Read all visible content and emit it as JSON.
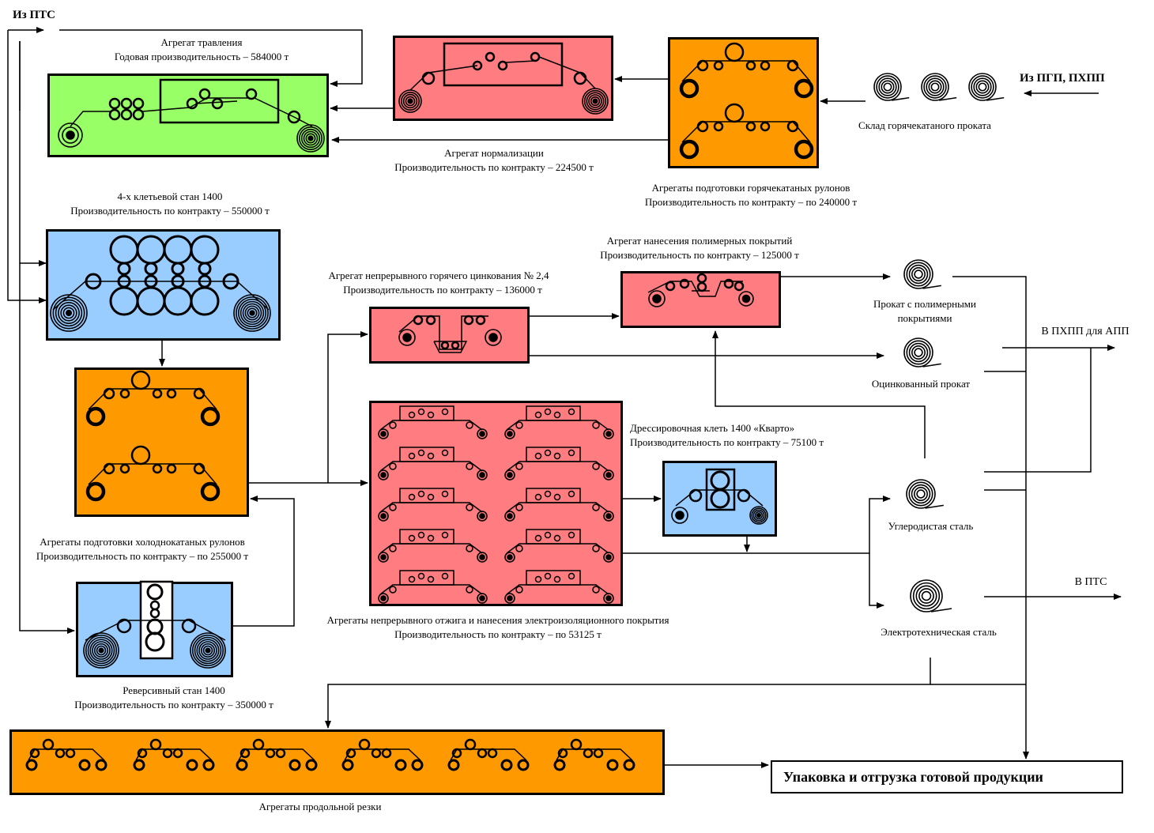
{
  "colors": {
    "green": "#99ff66",
    "red": "#ff7c80",
    "orange": "#ff9900",
    "blue": "#99ccff",
    "line": "#000000"
  },
  "sources": {
    "pts_in": "Из ПТС",
    "pgp_in": "Из ПГП, ПХПП"
  },
  "units": {
    "pickling": {
      "name": "Агрегат травления",
      "capacity": "Годовая производительность – 584000 т"
    },
    "normalizing": {
      "name": "Агрегат нормализации",
      "capacity": "Производительность по контракту –  224500 т"
    },
    "hot_prep": {
      "name": "Агрегаты подготовки горячекатаных рулонов",
      "capacity": "Производительность по контракту – по 240000 т"
    },
    "hot_store": {
      "name": "Склад горячекатаного проката"
    },
    "mill4": {
      "name": "4-х клетьевой стан 1400",
      "capacity": "Производительность по контракту – 550000 т"
    },
    "polymer": {
      "name": "Агрегат нанесения полимерных  покрытий",
      "capacity": "Производительность по контракту – 125000 т"
    },
    "galv": {
      "name": "Агрегат непрерывного горячего цинкования  № 2,4",
      "capacity": "Производительность по контракту – 136000 т"
    },
    "cold_prep": {
      "name": "Агрегаты подготовки холоднокатаных рулонов",
      "capacity": "Производительность по контракту – по 255000 т"
    },
    "annealing": {
      "name": "Агрегаты непрерывного отжига и нанесения электроизоляционного  покрытия",
      "capacity": "Производительность по контракту – по 53125 т"
    },
    "skin": {
      "name": "Дрессировочная клеть 1400 «Кварто»",
      "capacity": "Производительность по контракту –  75100 т"
    },
    "reversing": {
      "name": "Реверсивный стан 1400",
      "capacity": "Производительность по контракту – 350000 т"
    },
    "slitting": {
      "name": "Агрегаты продольной резки"
    },
    "shipping": {
      "name": "Упаковка и отгрузка готовой продукции"
    }
  },
  "products": {
    "polymer_coated": {
      "line1": "Прокат с полимерными",
      "line2": "покрытиями"
    },
    "galvanized": "Оцинкованный  прокат",
    "carbon": "Углеродистая сталь",
    "electrical": "Электротехническая сталь"
  },
  "destinations": {
    "pkhpp_app": "В ПХПП для АПП",
    "pts_out": "В ПТС"
  }
}
